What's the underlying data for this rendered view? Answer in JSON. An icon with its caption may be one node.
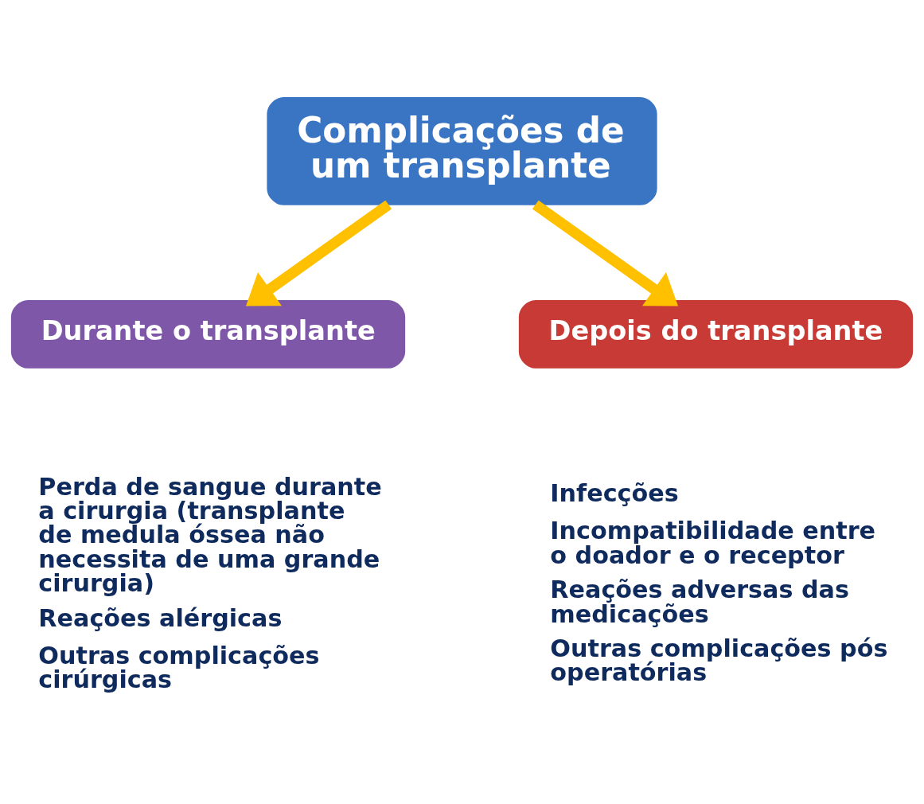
{
  "diagram": {
    "nodes": [
      {
        "text": [
          "Complicações de um transplante"
        ]
      },
      {
        "text": [
          "Durante o transplante"
        ],
        "beside": [
          "Perda de sangue durante a cirurgia (transplante de medula óssea não necessita de uma grande cirurgia)",
          "Reações alérgicas",
          "Outras complicações cirúrgicas"
        ]
      },
      {
        "text": [
          "Depois do transplante"
        ],
        "beside": [
          "Infecções",
          "Incompatibilidade entre o doador e o receptor",
          "Reações adversas das medicações",
          "Outras complicações pós operatórias"
        ]
      }
    ],
    "edges": [
      {
        "from": 0,
        "to": 1,
        "arrow": "to",
        "color": "#ffc000"
      },
      {
        "from": 0,
        "to": 2,
        "arrow": "to",
        "color": "#ffc000"
      }
    ]
  }
}
